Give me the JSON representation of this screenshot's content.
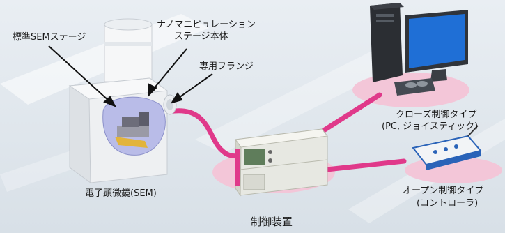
{
  "labels": {
    "standard_stage": "標準SEMステージ",
    "nano_stage_line1": "ナノマニピュレーション",
    "nano_stage_line2": "ステージ本体",
    "flange": "専用フランジ",
    "sem": "電子顕微鏡(SEM)",
    "controller": "制御装置",
    "closed_line1": "クローズ制御タイプ",
    "closed_line2": "(PC, ジョイスティック)",
    "open_line1": "オープン制御タイプ",
    "open_line2": "(コントローラ)"
  },
  "colors": {
    "cable": "#e0398a",
    "platform": "#f3c6d8",
    "monitor_screen": "#1f6fd6"
  }
}
